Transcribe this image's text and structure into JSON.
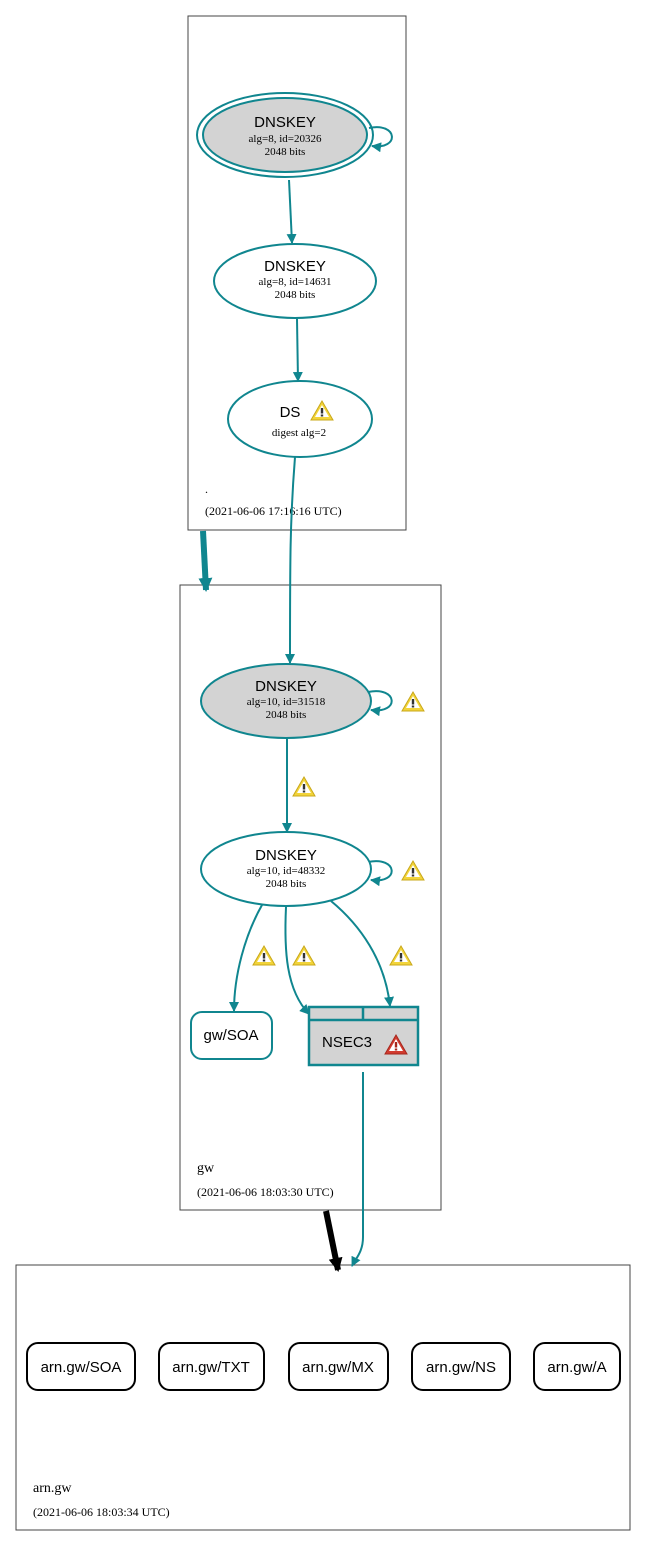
{
  "colors": {
    "edge": "#10868f",
    "node_fill_gray": "#d3d3d3",
    "warning_yellow": "#f2d43a",
    "error_red": "#d23b2f",
    "black": "#000000"
  },
  "zones": {
    "root": {
      "name": ".",
      "timestamp": "(2021-06-06 17:16:16 UTC)"
    },
    "gw": {
      "name": "gw",
      "timestamp": "(2021-06-06 18:03:30 UTC)"
    },
    "arn": {
      "name": "arn.gw",
      "timestamp": "(2021-06-06 18:03:34 UTC)"
    }
  },
  "nodes": {
    "root_ksk": {
      "title": "DNSKEY",
      "line1": "alg=8, id=20326",
      "line2": "2048 bits"
    },
    "root_zsk": {
      "title": "DNSKEY",
      "line1": "alg=8, id=14631",
      "line2": "2048 bits"
    },
    "gw_ds": {
      "title": "DS",
      "line1": "digest alg=2"
    },
    "gw_ksk": {
      "title": "DNSKEY",
      "line1": "alg=10, id=31518",
      "line2": "2048 bits"
    },
    "gw_zsk": {
      "title": "DNSKEY",
      "line1": "alg=10, id=48332",
      "line2": "2048 bits"
    },
    "gw_soa": {
      "label": "gw/SOA"
    },
    "gw_nsec3": {
      "label": "NSEC3"
    },
    "arn_soa": {
      "label": "arn.gw/SOA"
    },
    "arn_txt": {
      "label": "arn.gw/TXT"
    },
    "arn_mx": {
      "label": "arn.gw/MX"
    },
    "arn_ns": {
      "label": "arn.gw/NS"
    },
    "arn_a": {
      "label": "arn.gw/A"
    }
  },
  "icons": {
    "warning": "warning-icon",
    "error": "error-icon"
  }
}
